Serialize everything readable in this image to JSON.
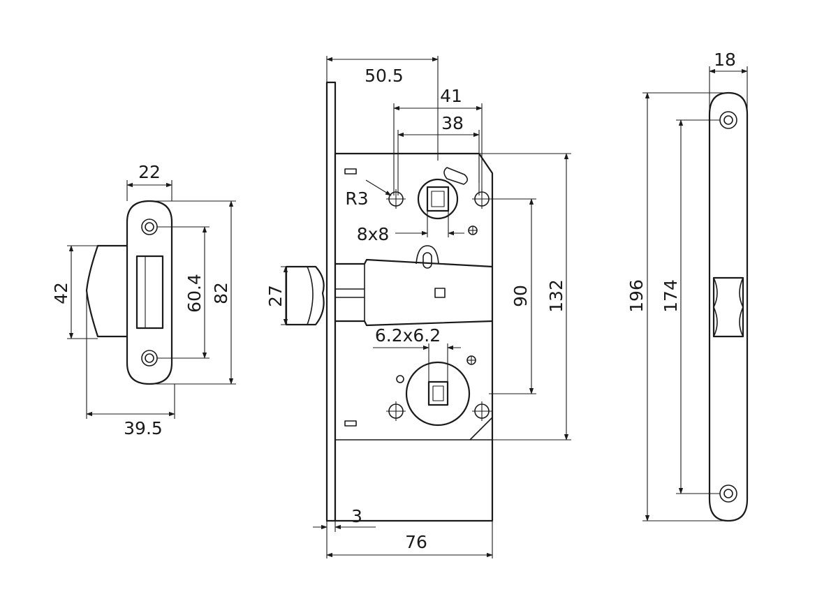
{
  "diagram": {
    "strike_plate": {
      "width_top": "22",
      "height_lip": "42",
      "hole_spacing": "60.4",
      "height_total": "82",
      "width_total": "39.5"
    },
    "lock_body": {
      "backset": "50.5",
      "spindle_offset_a": "41",
      "spindle_offset_b": "38",
      "radius": "R3",
      "spindle_square": "8x8",
      "latch_height": "27",
      "key_square": "6.2x6.2",
      "hole_distance": "90",
      "body_height": "132",
      "faceplate_thickness": "3",
      "body_width": "76"
    },
    "faceplate": {
      "width": "18",
      "length": "196",
      "hole_spacing": "174"
    }
  }
}
